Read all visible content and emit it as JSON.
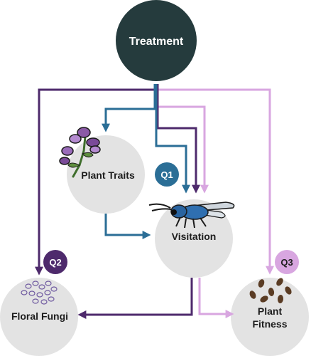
{
  "nodes": {
    "treatment": "Treatment",
    "plant_traits": "Plant Traits",
    "visitation": "Visitation",
    "floral_fungi": "Floral Fungi",
    "plant_fitness_line1": "Plant",
    "plant_fitness_line2": "Fitness"
  },
  "questions": {
    "q1": "Q1",
    "q2": "Q2",
    "q3": "Q3"
  },
  "icons": {
    "plant_traits": "flower-icon",
    "visitation": "bee-icon",
    "floral_fungi": "fungi-icon",
    "plant_fitness": "seeds-icon"
  },
  "colors": {
    "treatment_fill": "#253b3d",
    "node_fill": "#e3e3e3",
    "blue": "#2b6e96",
    "purple_dark": "#4e2a6c",
    "purple_light": "#d8a6e0",
    "q1_badge": "#2b6e96",
    "q2_badge": "#4e2a6c",
    "q3_badge": "#d8a6e0"
  }
}
